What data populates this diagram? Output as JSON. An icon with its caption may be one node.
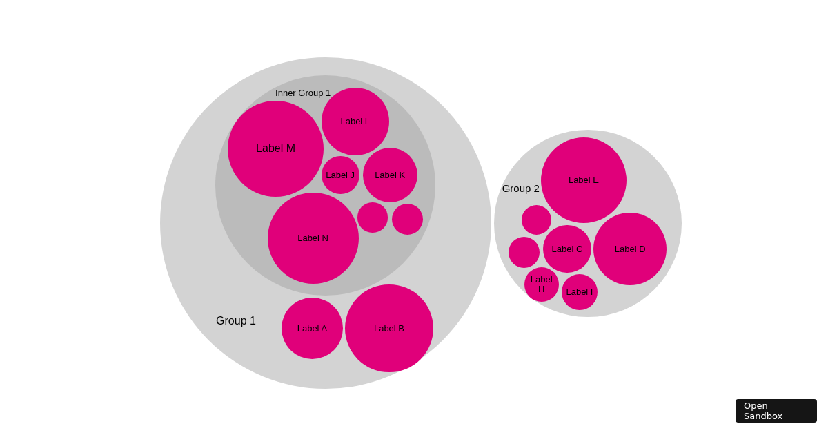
{
  "diagram": {
    "nodes": [
      {
        "text": [
          "Group 1"
        ]
      },
      {
        "text": [
          "Inner Group 1"
        ],
        "in": 0
      },
      {
        "text": [
          "Label M"
        ],
        "in": 1
      },
      {
        "text": [
          "Label L"
        ],
        "in": 1
      },
      {
        "text": [
          "Label J"
        ],
        "in": 1
      },
      {
        "text": [
          "Label K"
        ],
        "in": 1
      },
      {
        "text": [],
        "shape": "circle",
        "in": 1
      },
      {
        "text": [],
        "shape": "circle",
        "in": 1
      },
      {
        "text": [
          "Label N"
        ],
        "in": 1
      },
      {
        "text": [
          "Label A"
        ],
        "in": 0
      },
      {
        "text": [
          "Label B"
        ],
        "in": 0
      },
      {
        "text": [
          "Group 2"
        ]
      },
      {
        "text": [
          "Label E"
        ],
        "in": 11
      },
      {
        "text": [],
        "shape": "circle",
        "in": 11
      },
      {
        "text": [],
        "shape": "circle",
        "in": 11
      },
      {
        "text": [
          "Label C"
        ],
        "in": 11
      },
      {
        "text": [
          "Label D"
        ],
        "in": 11
      },
      {
        "text": [
          "Label H"
        ],
        "in": 11
      },
      {
        "text": [
          "Label I"
        ],
        "in": 11
      }
    ],
    "labels": [
      "Open Sandbox"
    ]
  }
}
